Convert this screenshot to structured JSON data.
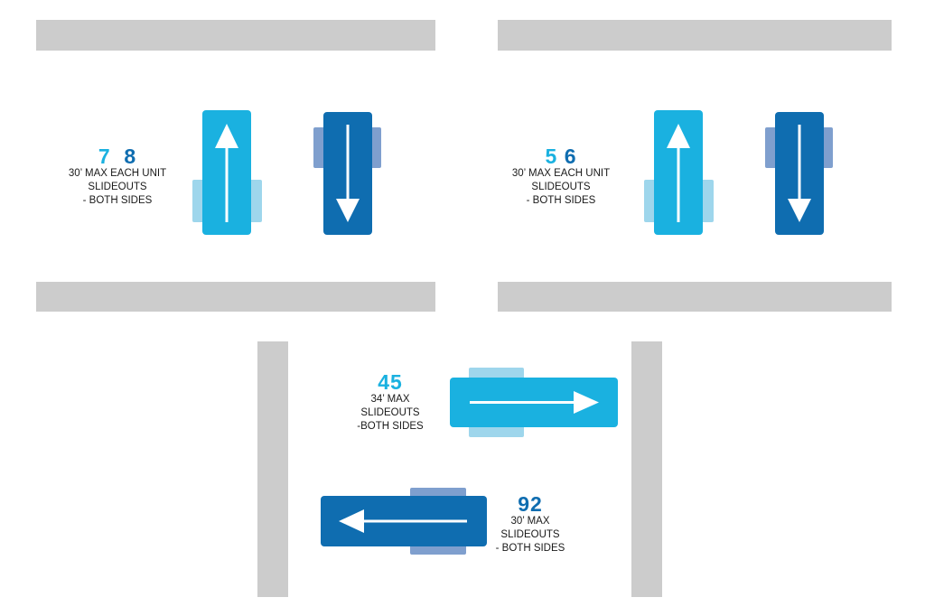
{
  "colors": {
    "light_unit": "#1ab1e0",
    "light_slideout": "#9ed6ec",
    "dark_unit": "#0f6db0",
    "dark_slideout": "#7f9fce",
    "road": "#cccccc",
    "arrow": "#ffffff"
  },
  "sites": {
    "top_left": {
      "num_a": "7",
      "num_b": "8",
      "line1": "30’ MAX  EACH UNIT",
      "line2": "SLIDEOUTS",
      "line3": "- BOTH SIDES"
    },
    "top_right": {
      "num_a": "5",
      "num_b": "6",
      "line1": "30’ MAX  EACH UNIT",
      "line2": "SLIDEOUTS",
      "line3": "- BOTH SIDES"
    },
    "bottom_upper": {
      "num": "45",
      "line1": "34’ MAX",
      "line2": "SLIDEOUTS",
      "line3": "-BOTH SIDES"
    },
    "bottom_lower": {
      "num": "92",
      "line1": "30’ MAX",
      "line2": "SLIDEOUTS",
      "line3": "- BOTH SIDES"
    }
  },
  "icons": {
    "arrow_up": "arrow-up-icon",
    "arrow_down": "arrow-down-icon",
    "arrow_right": "arrow-right-icon",
    "arrow_left": "arrow-left-icon"
  }
}
